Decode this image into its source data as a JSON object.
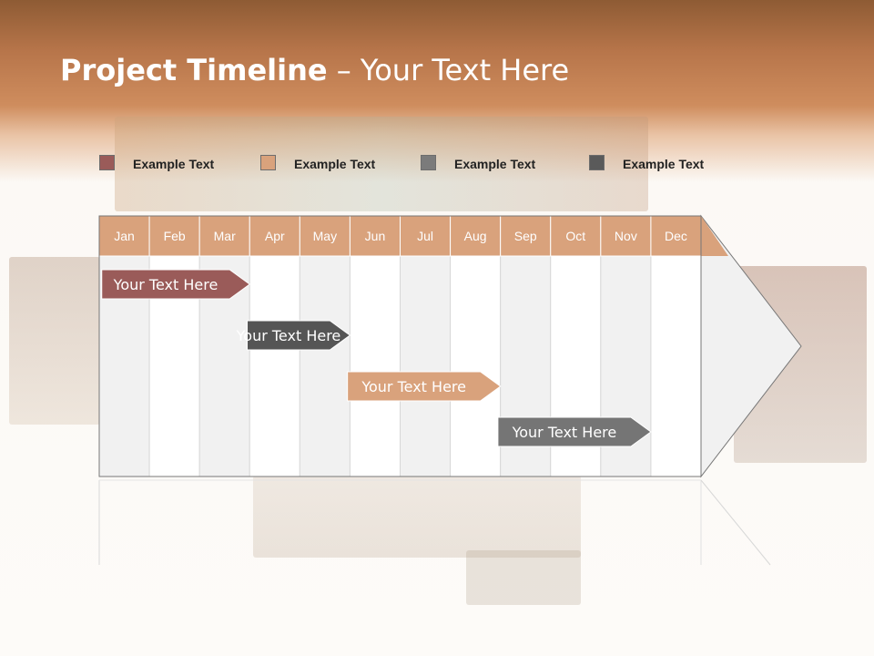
{
  "title": {
    "bold": "Project Timeline",
    "rest": " – Your Text Here"
  },
  "legend": [
    {
      "label": "Example Text",
      "color": "#9a5b59"
    },
    {
      "label": "Example Text",
      "color": "#d9a27c"
    },
    {
      "label": "Example Text",
      "color": "#7b7b7b"
    },
    {
      "label": "Example Text",
      "color": "#5a5a5a"
    }
  ],
  "months": [
    "Jan",
    "Feb",
    "Mar",
    "Apr",
    "May",
    "Jun",
    "Jul",
    "Aug",
    "Sep",
    "Oct",
    "Nov",
    "Dec"
  ],
  "tasks": [
    {
      "label": "Your  Text Here",
      "start": 0.05,
      "end": 3.0,
      "color": "#9a5b59"
    },
    {
      "label": "Your  Text Here",
      "start": 2.95,
      "end": 5.0,
      "color": "#555555"
    },
    {
      "label": "Your  Text Here",
      "start": 4.95,
      "end": 8.0,
      "color": "#d9a27c"
    },
    {
      "label": "Your  Text Here",
      "start": 7.95,
      "end": 11.0,
      "color": "#757575"
    }
  ],
  "colors": {
    "month_header": "#d9a27c",
    "shaded_column": "#f1f1f1",
    "plain_column": "#ffffff",
    "arrow_body": "#f1f1f1",
    "border": "#777777"
  }
}
